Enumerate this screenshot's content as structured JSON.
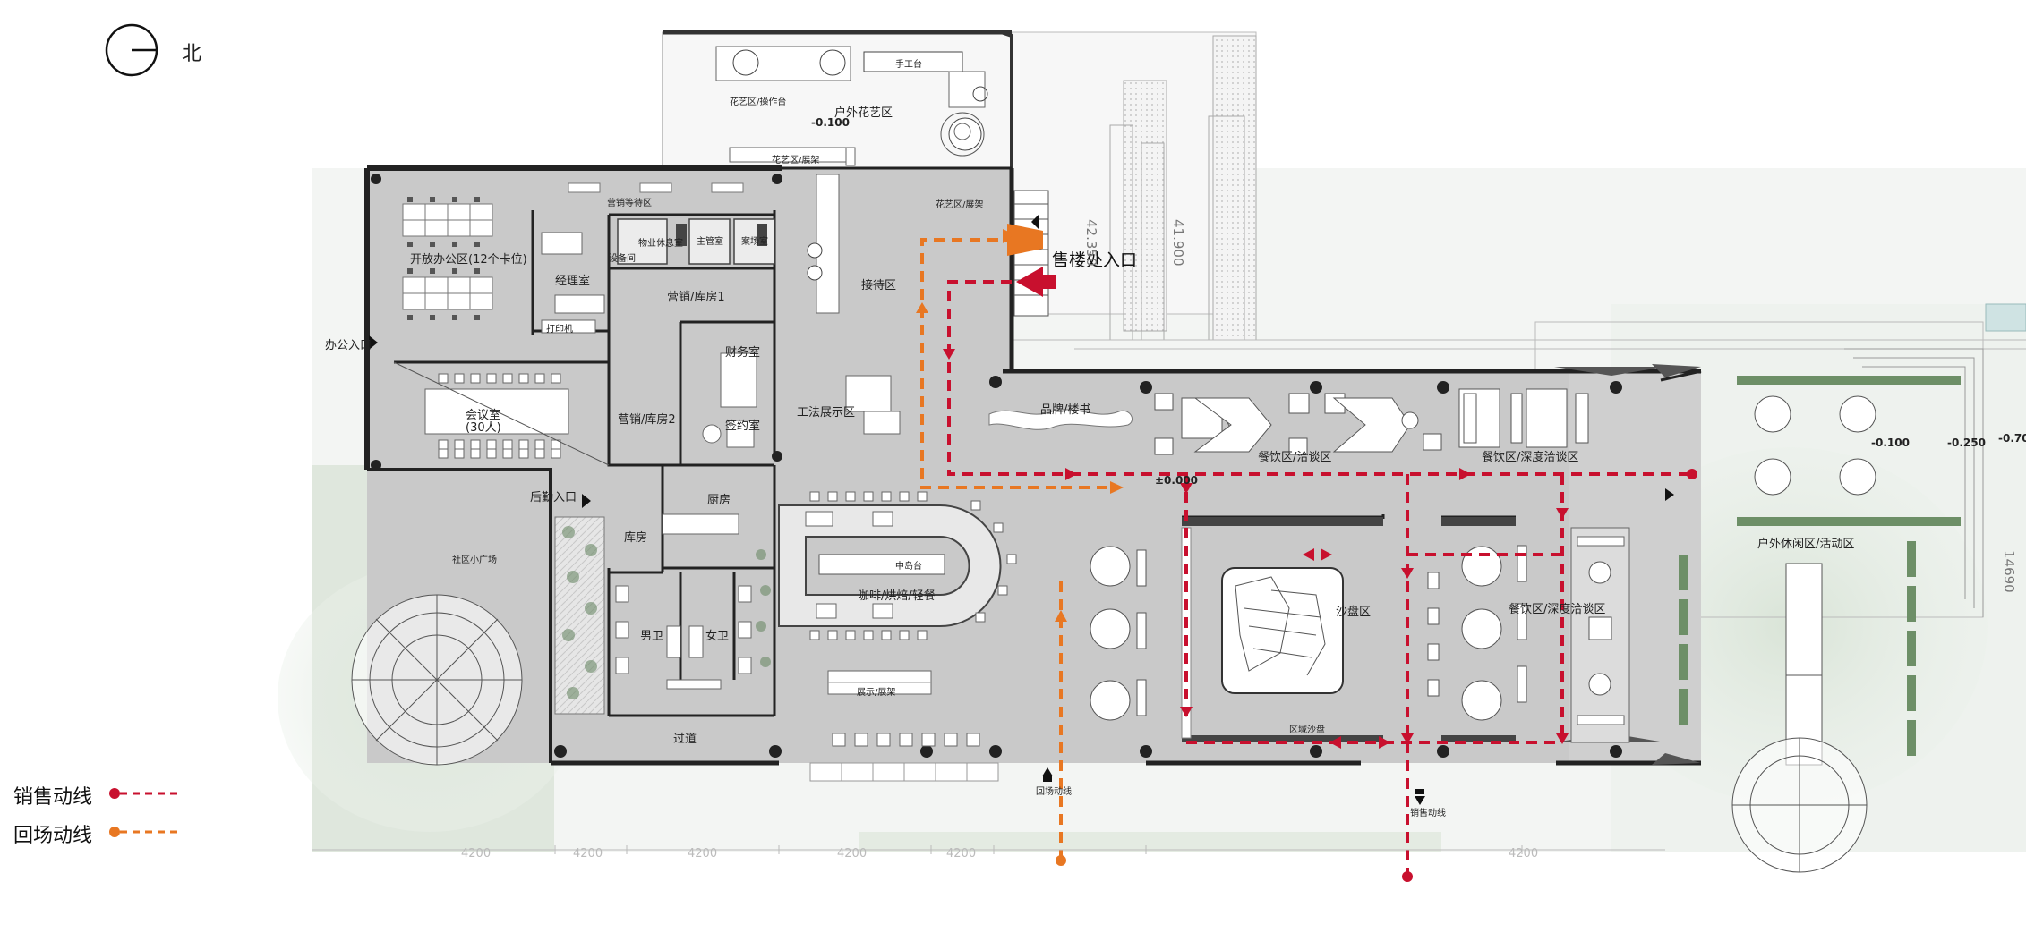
{
  "north": {
    "label": "北"
  },
  "legend": {
    "sales": {
      "label": "销售动线",
      "color": "#c8102e"
    },
    "return": {
      "label": "回场动线",
      "color": "#e87722"
    }
  },
  "entrances": {
    "sales": "售楼处入口",
    "office": "办公入口",
    "logistics": "后勤入口",
    "return_exit": "回场动线",
    "sales_exit": "销售动线"
  },
  "elevations": {
    "garden": "-0.100",
    "main": "±0.000",
    "outdoor1": "-0.100",
    "outdoor2": "-0.250",
    "edge": "-0.70"
  },
  "rooms": {
    "garden": "户外花艺区",
    "garden_sub1": "花艺区/操作台",
    "garden_sub2": "手工台",
    "garden_sub3": "花艺区/展架",
    "garden_sub4": "花艺区/展架",
    "marketing_wait": "营销等待区",
    "open_office": "开放办公区(12个卡位)",
    "manager": "经理室",
    "property": "物业休息室",
    "mgmt": "主管室",
    "prop_office": "案场室",
    "equipment": "设备间",
    "printer": "打印机",
    "storage1": "营销/库房1",
    "storage2": "营销/库房2",
    "meeting": "会议室",
    "meeting_cap": "(30人)",
    "finance": "财务室",
    "signing": "签约室",
    "craft": "工法展示区",
    "reception": "接待区",
    "brand": "品牌/楼书",
    "dining1": "餐饮区/洽谈区",
    "dining2": "餐饮区/深度洽谈区",
    "dining3": "餐饮区/深度洽谈区",
    "kitchen": "厨房",
    "store": "库房",
    "cafe": "咖啡/烘焙/轻餐",
    "center_table": "中岛台",
    "male": "男卫",
    "female": "女卫",
    "corridor": "过道",
    "sand": "沙盘区",
    "sand_label": "区域沙盘",
    "outdoor": "户外休闲区/活动区",
    "plaza": "社区小广场",
    "display": "展示/展架"
  },
  "dimensions": {
    "d1": "42.350",
    "d2": "41.900",
    "d3": "14690",
    "d4": "4200",
    "d5": "4200",
    "d6": "4200",
    "d7": "4200",
    "d8": "4200",
    "d9": "4200"
  }
}
